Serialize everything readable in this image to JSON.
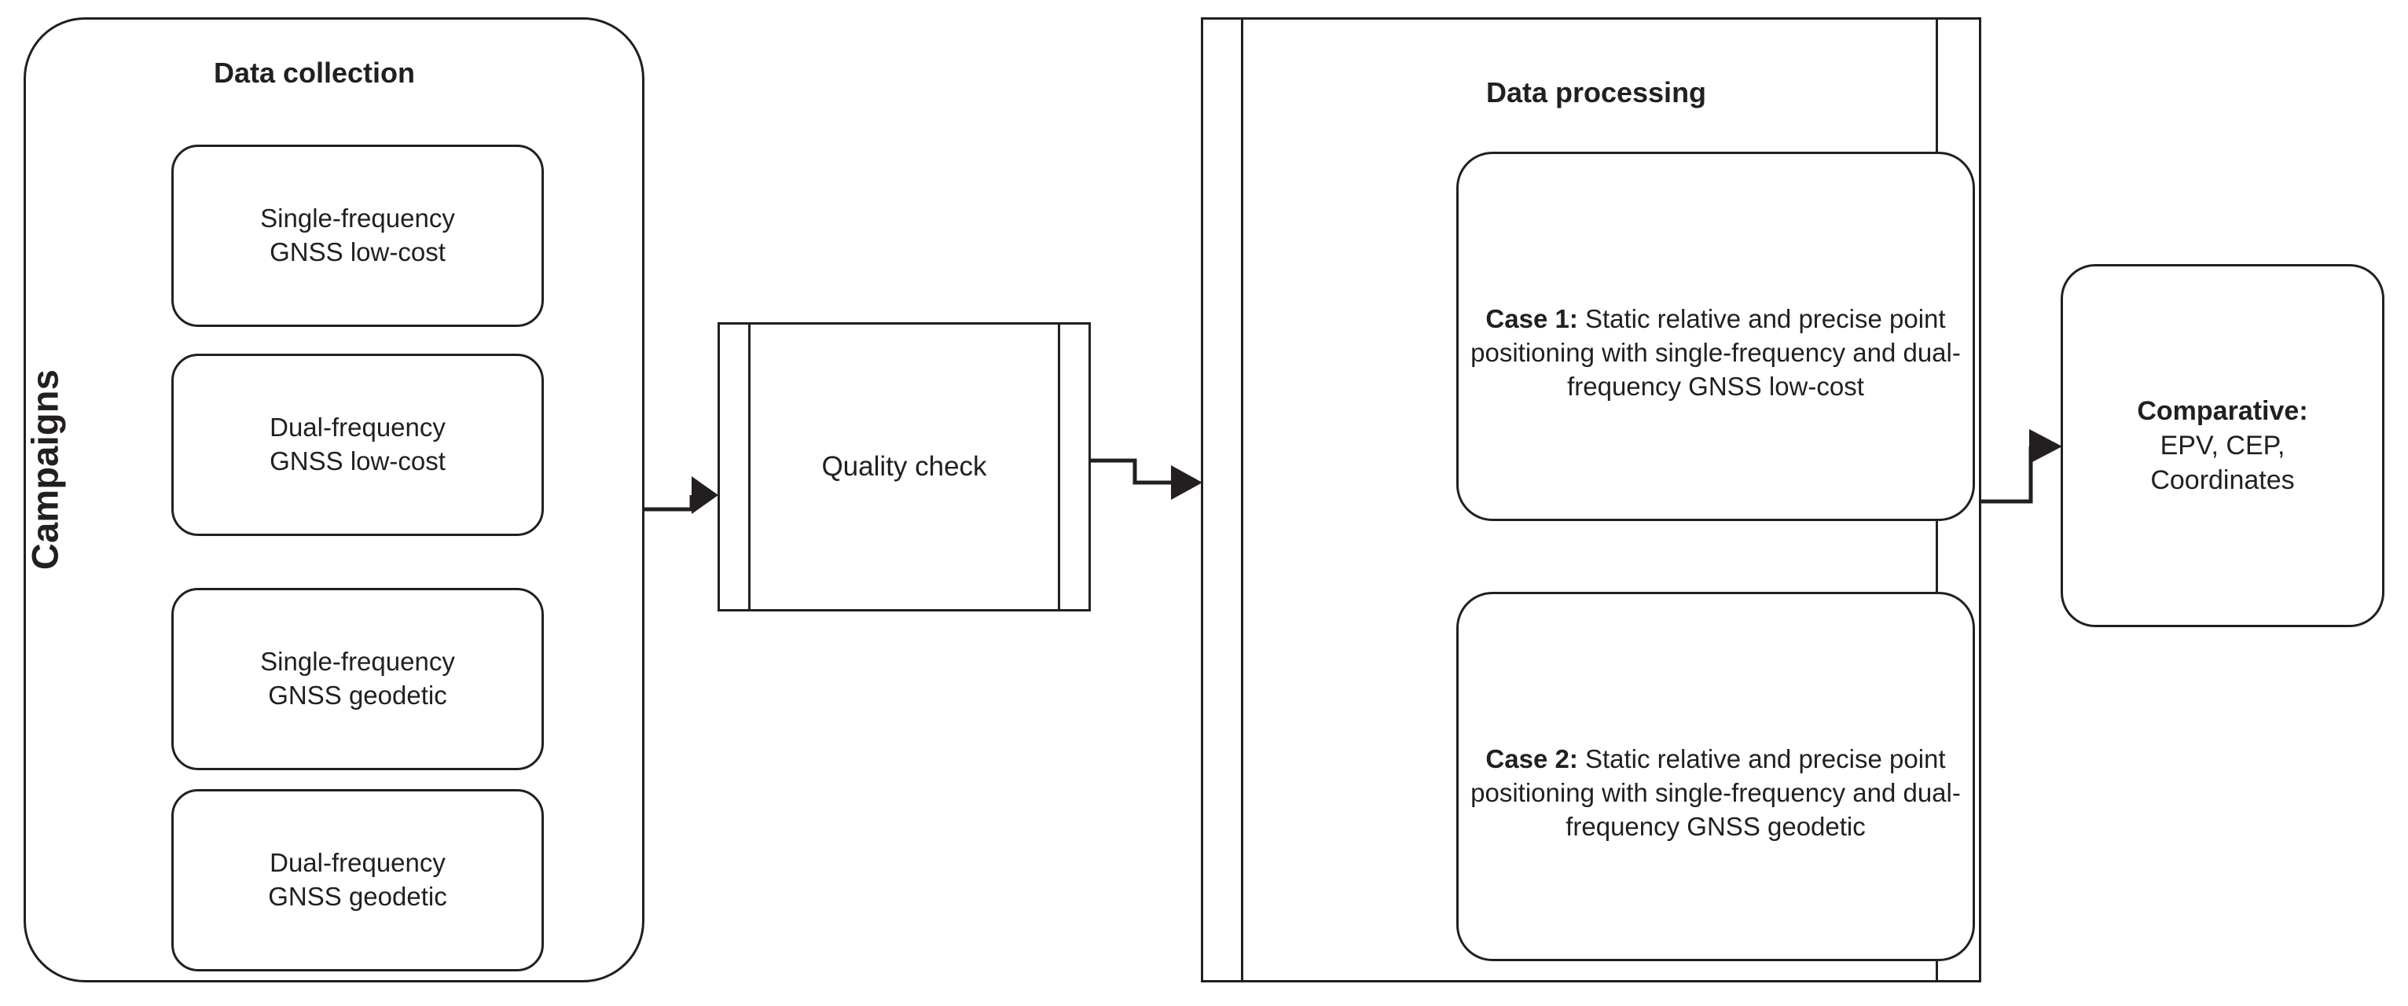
{
  "diagram": {
    "title": "GNSS positioning methodology flowchart",
    "background_color": "#ffffff",
    "stroke_color": "#231f20"
  },
  "campaigns": {
    "side_label": "Campaigns",
    "section_title": "Data collection",
    "items": [
      {
        "label": "Single-frequency\nGNSS low-cost"
      },
      {
        "label": "Dual-frequency\nGNSS low-cost"
      },
      {
        "label": "Single-frequency\nGNSS geodetic"
      },
      {
        "label": "Dual-frequency\nGNSS geodetic"
      }
    ]
  },
  "quality_check": {
    "label": "Quality check",
    "shape": "predefined-process"
  },
  "data_processing": {
    "section_title": "Data processing",
    "shape": "predefined-process",
    "cases": [
      {
        "bold_prefix": "Case 1:",
        "text": " Static relative and precise point positioning with single-frequency and dual-frequency GNSS low-cost"
      },
      {
        "bold_prefix": "Case 2:",
        "text": " Static relative and precise point positioning with single-frequency and dual-frequency GNSS geodetic"
      }
    ]
  },
  "comparative": {
    "bold_title": "Comparative:",
    "body": "EPV, CEP,\nCoordinates"
  },
  "connectors": [
    {
      "name": "campaigns-to-quality-check",
      "from": "campaigns",
      "to": "quality_check",
      "style": "elbow-arrow"
    },
    {
      "name": "quality-check-to-data-processing",
      "from": "quality_check",
      "to": "data_processing",
      "style": "elbow-arrow"
    },
    {
      "name": "data-processing-to-comparative",
      "from": "data_processing",
      "to": "comparative",
      "style": "elbow-arrow"
    }
  ]
}
